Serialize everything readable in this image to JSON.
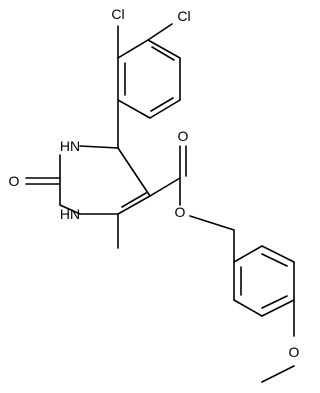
{
  "molecule": {
    "atoms": {
      "cl_upper": "Cl",
      "cl_right": "Cl",
      "nh_top": "HN",
      "nh_bottom": "HN",
      "carbonyl_o": "O",
      "ester_carbonyl_o": "O",
      "ester_o": "O",
      "methoxy_o": "O"
    }
  },
  "colors": {
    "bond": "#000000",
    "text": "#000000",
    "background": "#ffffff"
  }
}
